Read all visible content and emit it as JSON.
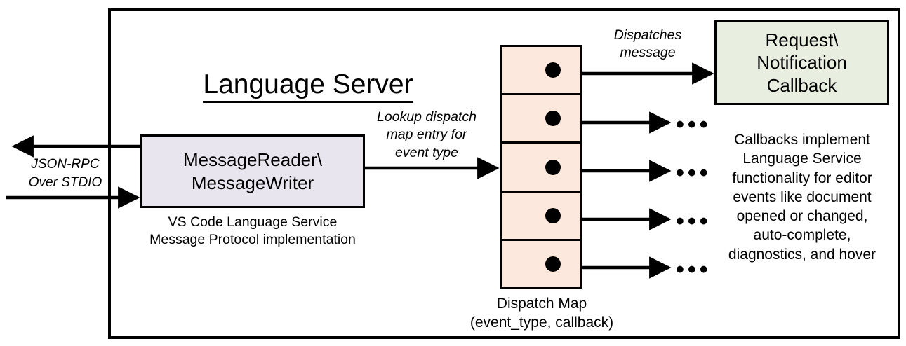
{
  "diagram": {
    "title": "Language Server",
    "outer_frame": "server-boundary"
  },
  "reader": {
    "label": "MessageReader\\\nMessageWriter",
    "caption": "VS Code Language Service\nMessage Protocol implementation",
    "fill": "#e8e5ef"
  },
  "transport": {
    "label": "JSON-RPC\nOver STDIO",
    "inbound_arrow": "incoming-request",
    "outbound_arrow": "outgoing-response"
  },
  "lookup": {
    "label": "Lookup dispatch\nmap entry for\nevent type"
  },
  "dispatch_map": {
    "caption": "Dispatch Map\n(event_type, callback)",
    "fill": "#fce8dc",
    "rows": [
      {
        "dot": "callback-entry-1"
      },
      {
        "dot": "callback-entry-2"
      },
      {
        "dot": "callback-entry-3"
      },
      {
        "dot": "callback-entry-4"
      },
      {
        "dot": "callback-entry-5"
      }
    ]
  },
  "dispatches": {
    "label": "Dispatches\nmessage"
  },
  "callback": {
    "label": "Request\\\nNotification\nCallback",
    "caption": "Callbacks implement\nLanguage Service\nfunctionality for editor\nevents like document\nopened or changed,\nauto-complete,\ndiagnostics, and hover",
    "fill": "#e9efe0"
  },
  "ellipses": {
    "glyph": "•••",
    "items": [
      "more-callbacks-2",
      "more-callbacks-3",
      "more-callbacks-4",
      "more-callbacks-5"
    ]
  },
  "colors": {
    "stroke": "#000000",
    "background": "#ffffff"
  }
}
